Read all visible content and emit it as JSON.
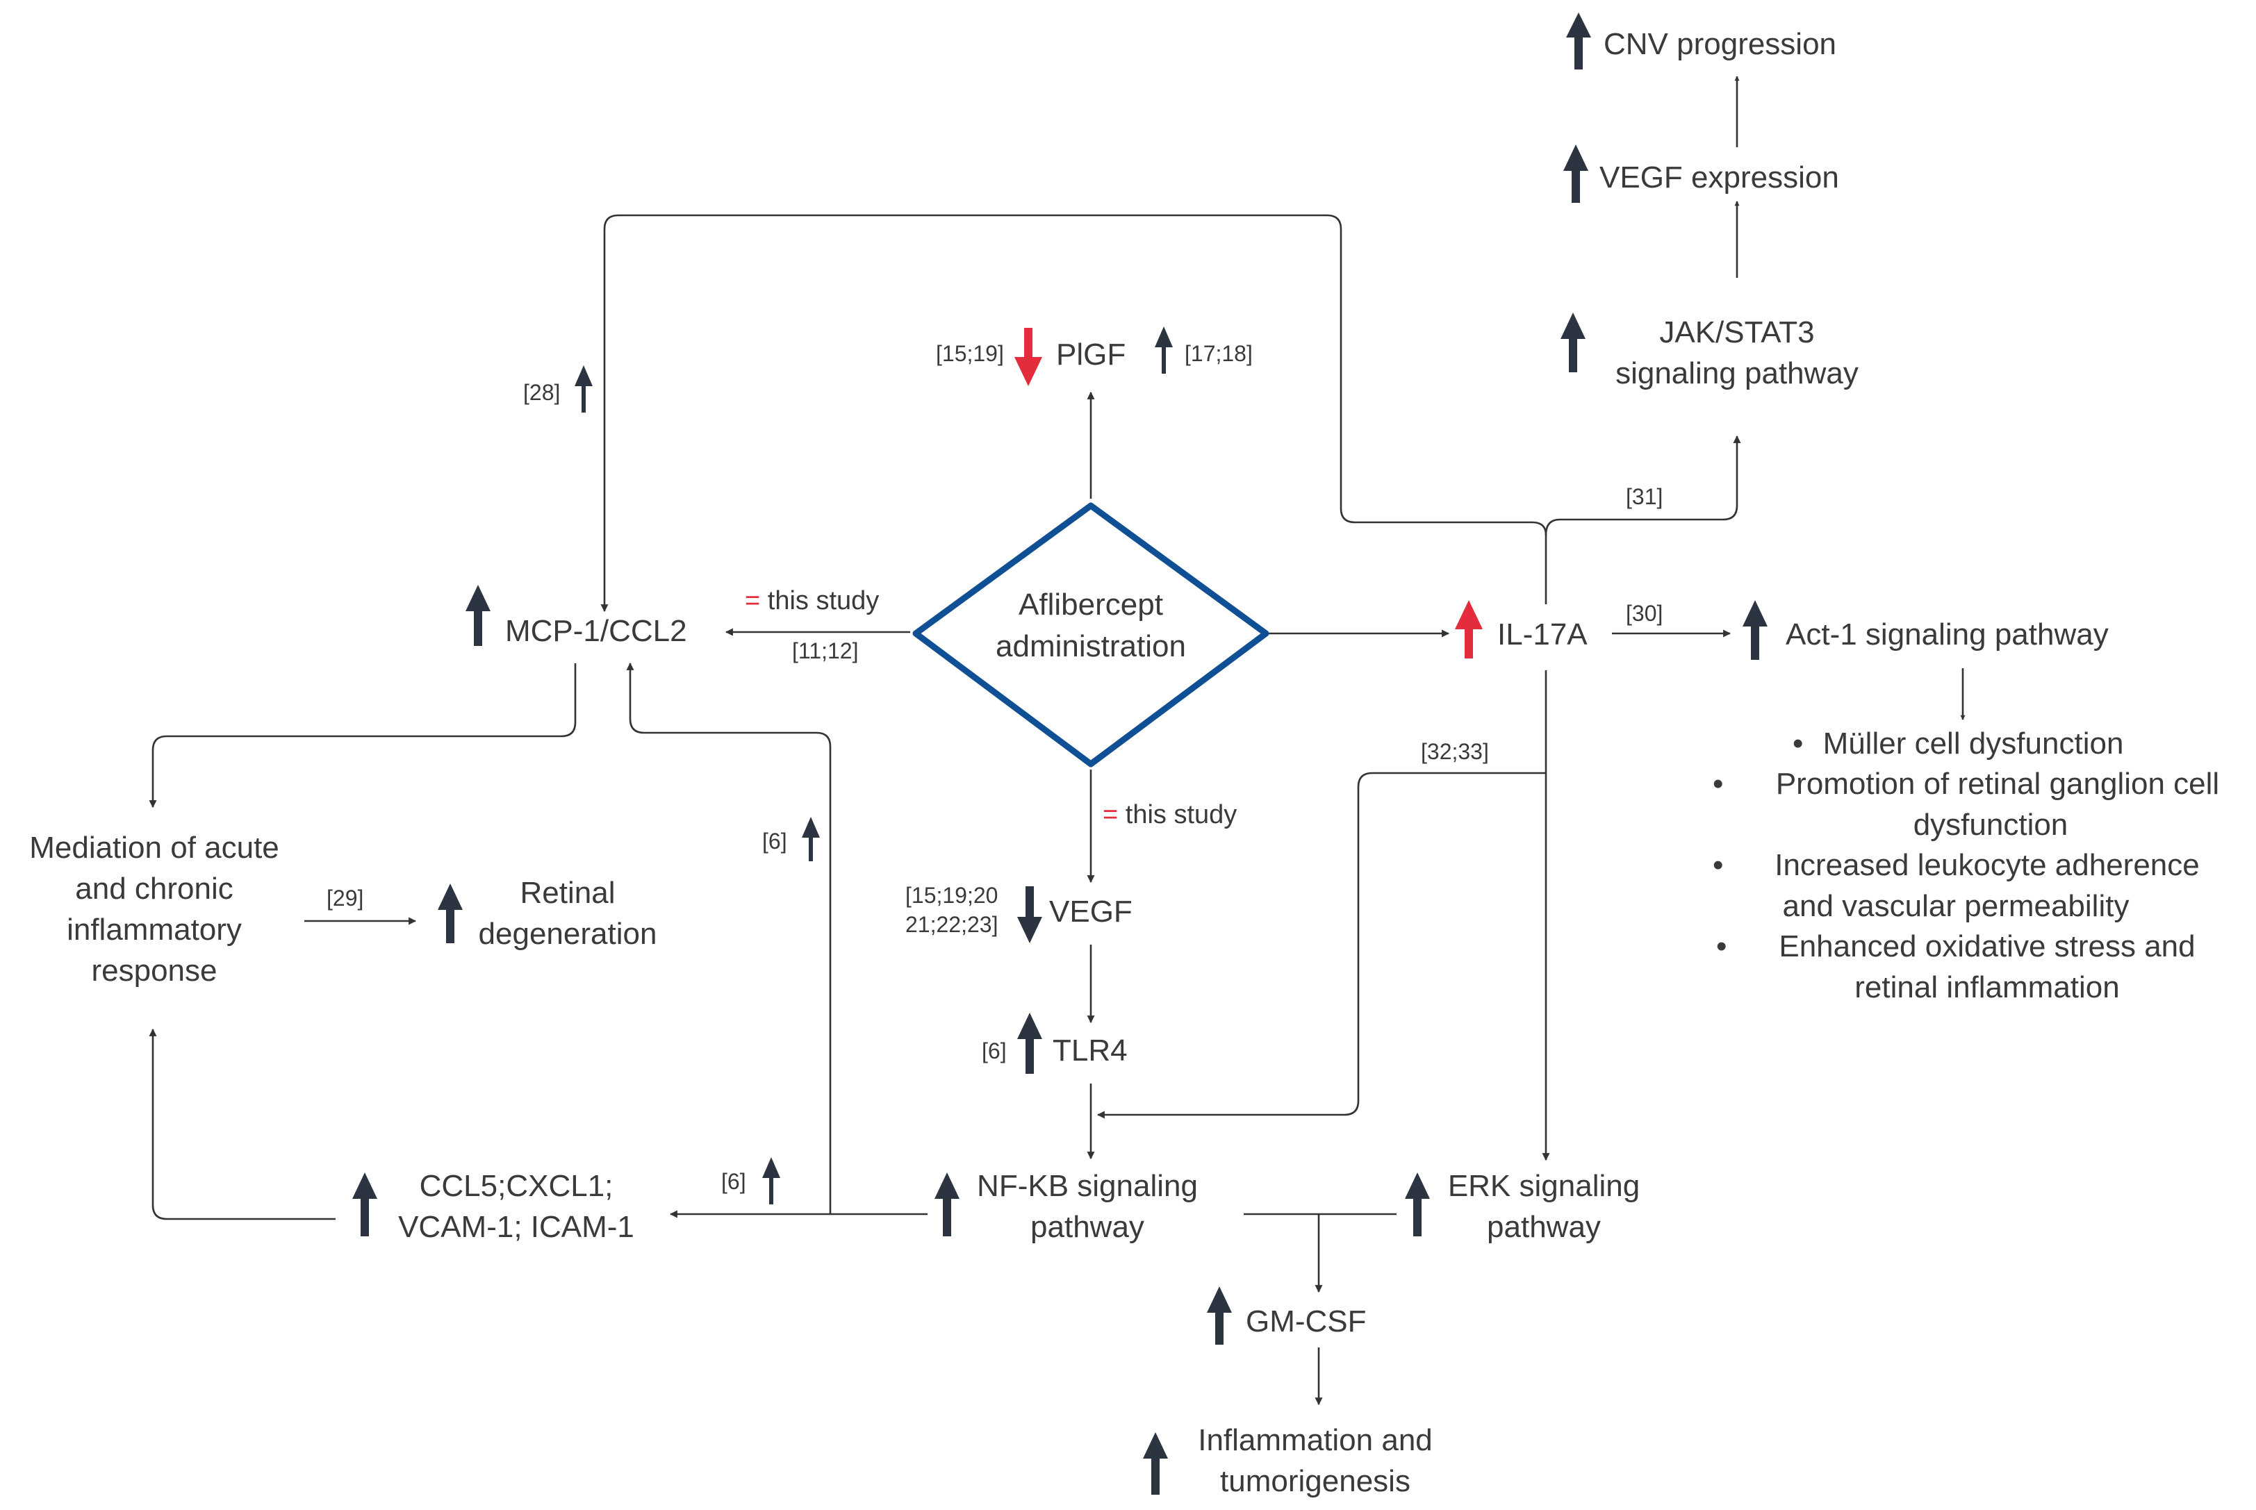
{
  "nodes": {
    "center_line1": "Aflibercept",
    "center_line2": "administration",
    "cnv": "CNV progression",
    "vegf_expr": "VEGF expression",
    "jak_line1": "JAK/STAT3",
    "jak_line2": "signaling pathway",
    "plgf": "PlGF",
    "il17a": "IL-17A",
    "act1": "Act-1 signaling pathway",
    "mcp1": "MCP-1/CCL2",
    "mediation_line1": "Mediation of acute",
    "mediation_line2": "and chronic",
    "mediation_line3": "inflammatory",
    "mediation_line4": "response",
    "retinal_line1": "Retinal",
    "retinal_line2": "degeneration",
    "vegf": "VEGF",
    "tlr4": "TLR4",
    "nfkb_line1": "NF-KB signaling",
    "nfkb_line2": "pathway",
    "erk_line1": "ERK signaling",
    "erk_line2": "pathway",
    "ccl5_line1": "CCL5;CXCL1;",
    "ccl5_line2": "VCAM-1; ICAM-1",
    "gmcsf": "GM-CSF",
    "inflam_line1": "Inflammation and",
    "inflam_line2": "tumorigenesis"
  },
  "act1_effects": [
    [
      "Müller cell dysfunction"
    ],
    [
      "Promotion of retinal ganglion cell",
      "dysfunction"
    ],
    [
      "Increased leukocyte adherence",
      "and vascular permeability"
    ],
    [
      "Enhanced oxidative stress and",
      "retinal inflammation"
    ]
  ],
  "bullet": "•",
  "refs": {
    "plgf_left": "[15;19]",
    "plgf_right": "[17;18]",
    "mcp_top": "[28]",
    "mcp_arrow": "[11;12]",
    "jak": "[31]",
    "act1": "[30]",
    "erk_nfkb": "[32;33]",
    "vegf_line1": "[15;19;20",
    "vegf_line2": "21;22;23]",
    "tlr4": "[6]",
    "nfkb_mcp": "[6]",
    "nfkb_ccl5": "[6]",
    "mediation_retinal": "[29]"
  },
  "study_labels": {
    "mcp": {
      "sign": "=",
      "text": " this study"
    },
    "vegf": {
      "sign": "=",
      "text": " this study"
    }
  },
  "colors": {
    "diamond": "#0f4f94",
    "up_arrow": "#2b3440",
    "red_arrow": "#e32d3c",
    "line": "#333333",
    "text": "#3a3a3a"
  },
  "icons": [
    "up-arrow-icon",
    "down-arrow-icon"
  ]
}
